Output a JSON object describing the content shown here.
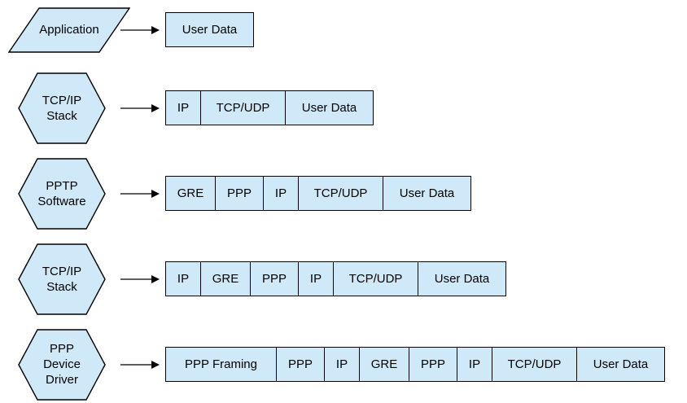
{
  "diagram": {
    "rows": [
      {
        "shape": "parallelogram",
        "stage": "Application",
        "label_lines": [
          "Application"
        ],
        "packet": [
          "User Data"
        ]
      },
      {
        "shape": "hexagon",
        "stage": "TCP/IP Stack",
        "label_lines": [
          "TCP/IP",
          "Stack"
        ],
        "packet": [
          "IP",
          "TCP/UDP",
          "User Data"
        ]
      },
      {
        "shape": "hexagon",
        "stage": "PPTP Software",
        "label_lines": [
          "PPTP",
          "Software"
        ],
        "packet": [
          "GRE",
          "PPP",
          "IP",
          "TCP/UDP",
          "User Data"
        ]
      },
      {
        "shape": "hexagon",
        "stage": "TCP/IP Stack",
        "label_lines": [
          "TCP/IP",
          "Stack"
        ],
        "packet": [
          "IP",
          "GRE",
          "PPP",
          "IP",
          "TCP/UDP",
          "User Data"
        ]
      },
      {
        "shape": "hexagon",
        "stage": "PPP Device Driver",
        "label_lines": [
          "PPP",
          "Device",
          "Driver"
        ],
        "packet": [
          "PPP Framing",
          "PPP",
          "IP",
          "GRE",
          "PPP",
          "IP",
          "TCP/UDP",
          "User Data"
        ]
      }
    ],
    "colors": {
      "shape_fill": "#cfe9f8",
      "stroke": "#000000",
      "background": "#ffffff"
    }
  }
}
